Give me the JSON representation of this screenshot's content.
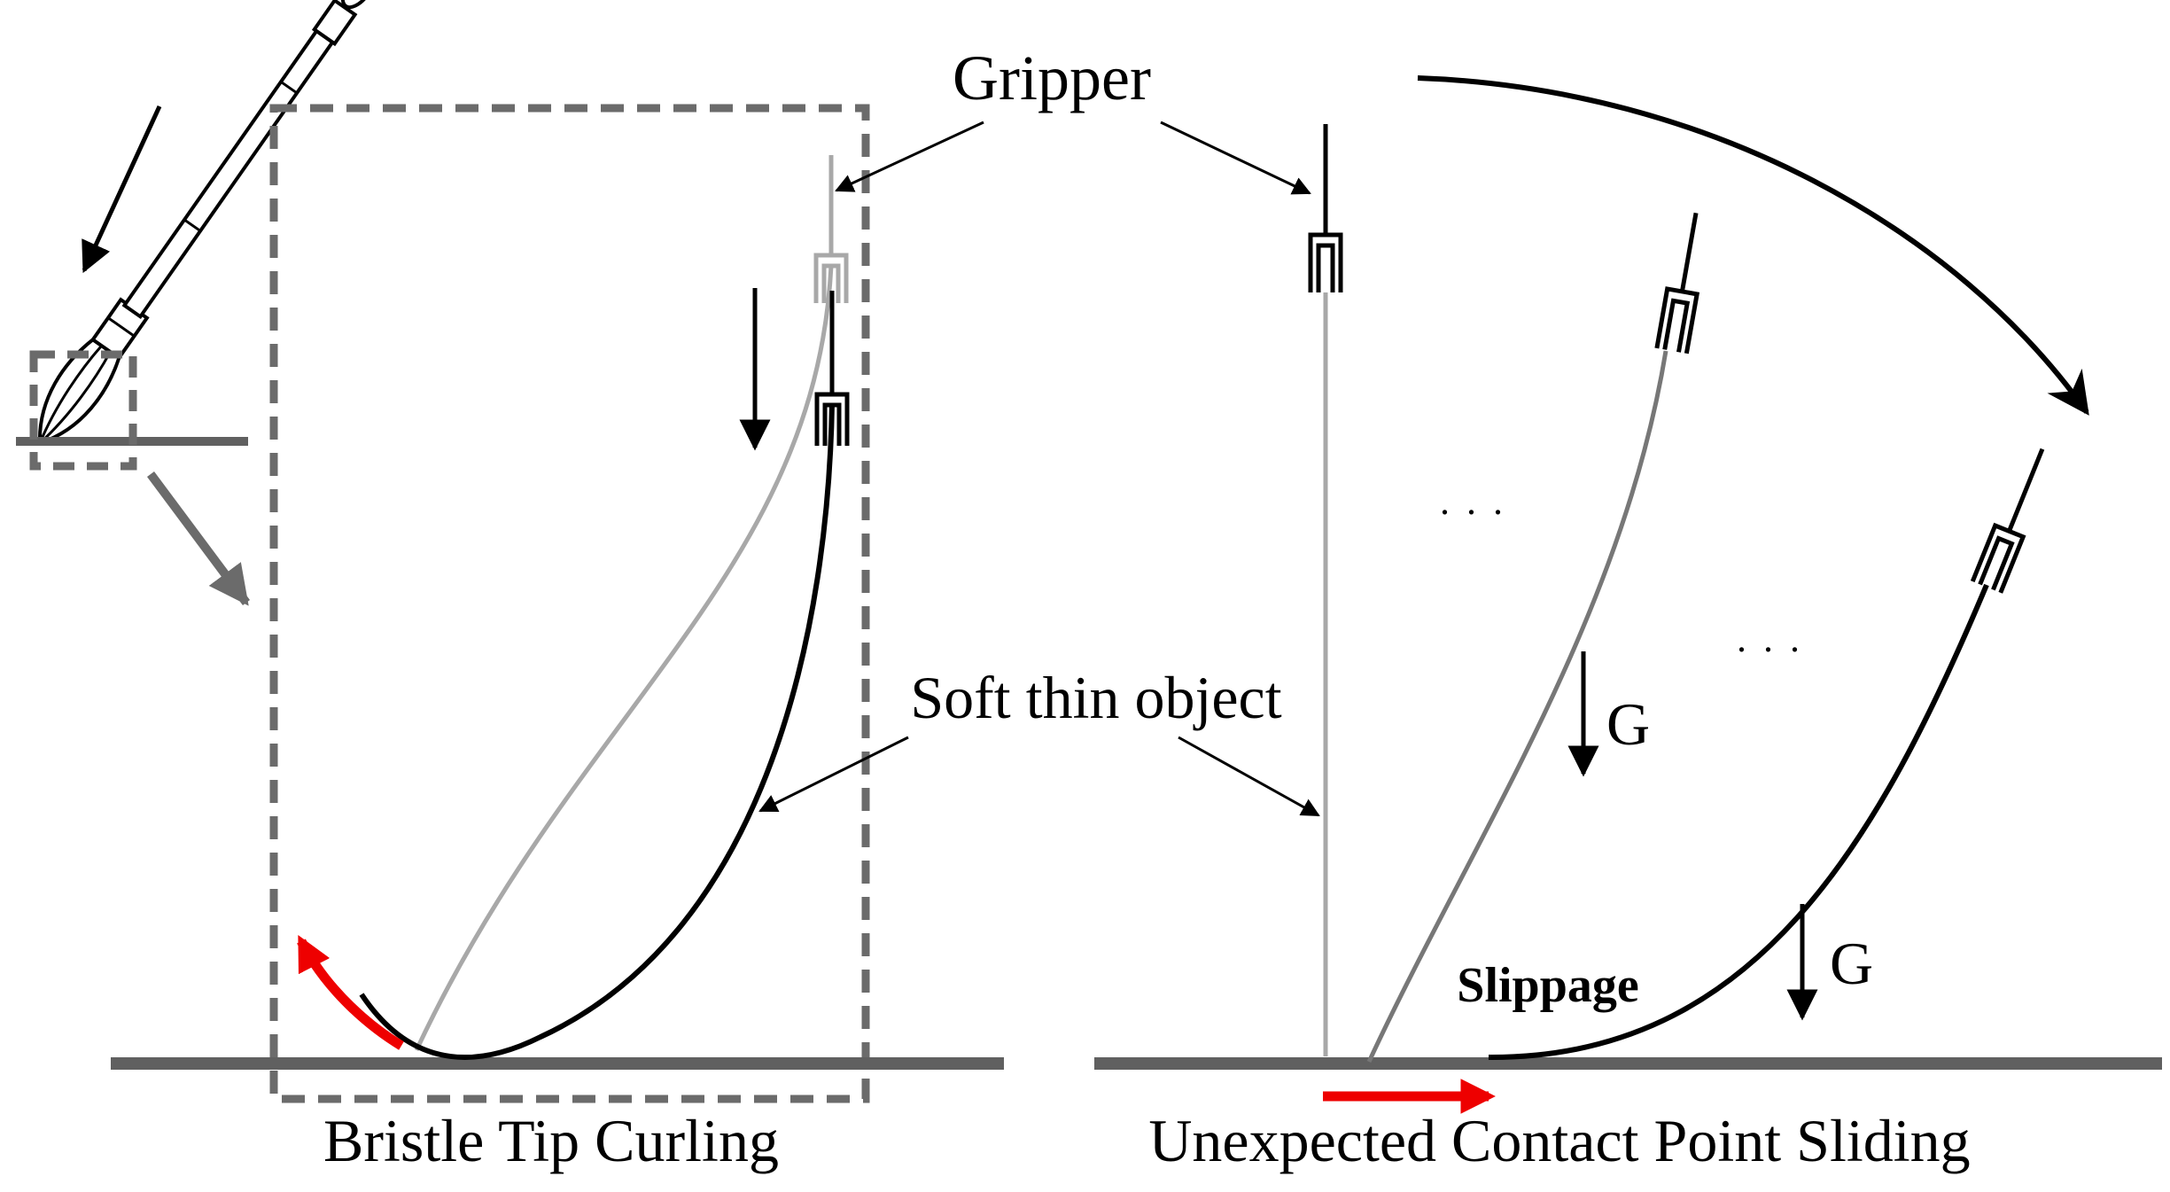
{
  "labels": {
    "gripper": "Gripper",
    "soft_thin_object": "Soft thin object",
    "gravity_1": "G",
    "gravity_2": "G",
    "slippage": "Slippage",
    "caption_left": "Bristle Tip Curling",
    "caption_right": "Unexpected Contact Point Sliding",
    "ellipsis_1": ". . .",
    "ellipsis_2": ". . ."
  },
  "colors": {
    "ink": "#000000",
    "ground": "#606060",
    "dashed_box": "#6b6b6b",
    "faded": "#a8a8a8",
    "mid_gray": "#777777",
    "slip_arrow": "#ee0000"
  },
  "icons": {
    "brush": "calligraphy-brush-icon"
  }
}
